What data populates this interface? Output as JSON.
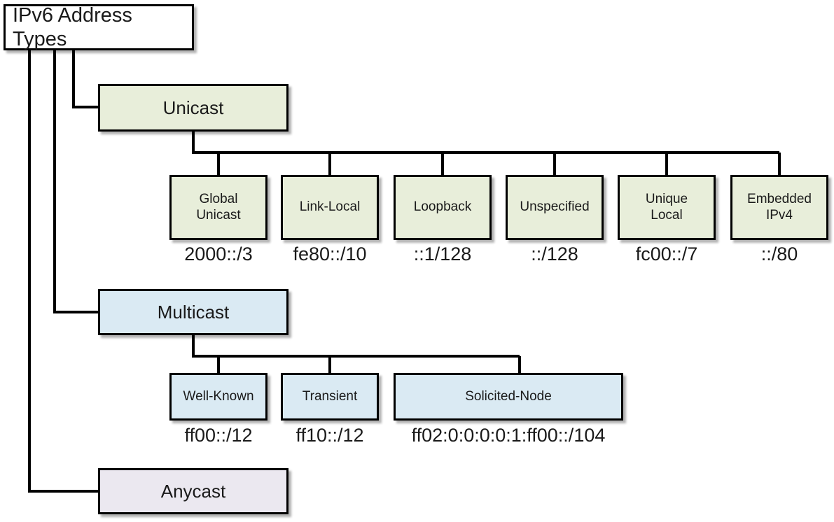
{
  "diagram": {
    "title": "IPv6 Address Types",
    "type": "hierarchy-tree",
    "colors": {
      "unicast_fill": "#e8eeda",
      "multicast_fill": "#daeaf3",
      "anycast_fill": "#ebe8f0",
      "root_fill": "#ffffff",
      "stroke": "#000000",
      "text": "#1a1a1a"
    },
    "root": {
      "label": "IPv6 Address Types"
    },
    "branches": [
      {
        "key": "unicast",
        "label": "Unicast",
        "children": [
          {
            "label": "Global\nUnicast",
            "prefix": "2000::/3"
          },
          {
            "label": "Link-Local",
            "prefix": "fe80::/10"
          },
          {
            "label": "Loopback",
            "prefix": "::1/128"
          },
          {
            "label": "Unspecified",
            "prefix": "::/128"
          },
          {
            "label": "Unique\nLocal",
            "prefix": "fc00::/7"
          },
          {
            "label": "Embedded\nIPv4",
            "prefix": "::/80"
          }
        ]
      },
      {
        "key": "multicast",
        "label": "Multicast",
        "children": [
          {
            "label": "Well-Known",
            "prefix": "ff00::/12"
          },
          {
            "label": "Transient",
            "prefix": "ff10::/12"
          },
          {
            "label": "Solicited-Node",
            "prefix": "ff02:0:0:0:0:1:ff00::/104"
          }
        ]
      },
      {
        "key": "anycast",
        "label": "Anycast",
        "children": []
      }
    ]
  }
}
